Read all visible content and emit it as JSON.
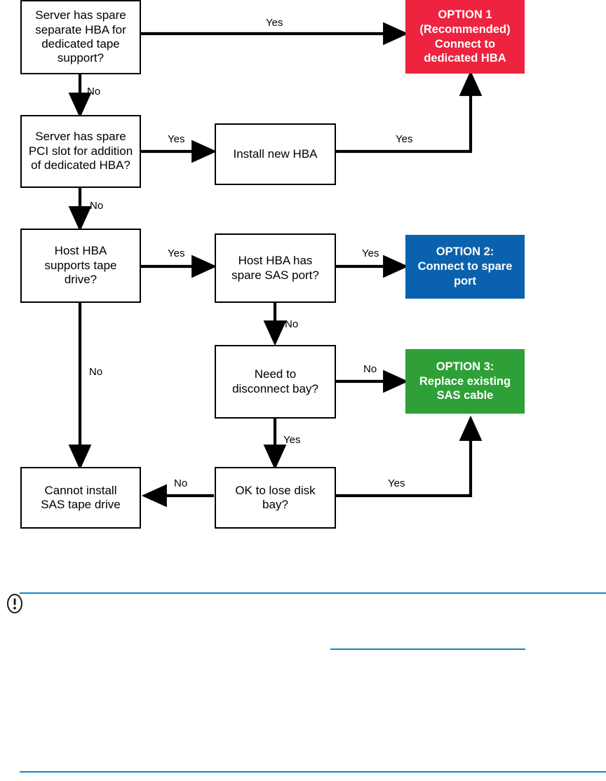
{
  "diagram": {
    "title": "SAS tape drive connection decision flowchart",
    "colors": {
      "option1_red": "#ED2340",
      "option2_blue": "#0A62AE",
      "option3_green": "#2FA037",
      "rule_blue": "#1384c8",
      "box_border": "#000000",
      "box_fill": "#FFFFFF",
      "text_dark": "#000000",
      "text_light": "#FFFFFF"
    },
    "nodes": [
      {
        "id": "spare-hba",
        "kind": "decision",
        "lines": [
          "Server has spare",
          "separate HBA for",
          "dedicated tape",
          "support?"
        ]
      },
      {
        "id": "option-1",
        "kind": "option",
        "lines": [
          "OPTION 1",
          "(Recommended)",
          "Connect to",
          "dedicated HBA"
        ]
      },
      {
        "id": "spare-pci",
        "kind": "decision",
        "lines": [
          "Server has spare",
          "PCI slot for addition",
          "of dedicated HBA?"
        ]
      },
      {
        "id": "install-hba",
        "kind": "process",
        "lines": [
          "Install new HBA"
        ]
      },
      {
        "id": "supports-tape",
        "kind": "decision",
        "lines": [
          "Host HBA",
          "supports tape",
          "drive?"
        ]
      },
      {
        "id": "spare-sas-port",
        "kind": "decision",
        "lines": [
          "Host HBA has",
          "spare SAS port?"
        ]
      },
      {
        "id": "option-2",
        "kind": "option",
        "lines": [
          "OPTION 2:",
          "Connect to spare",
          "port"
        ]
      },
      {
        "id": "disconnect-bay",
        "kind": "decision",
        "lines": [
          "Need to",
          "disconnect bay?"
        ]
      },
      {
        "id": "option-3",
        "kind": "option",
        "lines": [
          "OPTION 3:",
          "Replace existing",
          "SAS cable"
        ]
      },
      {
        "id": "ok-lose-bay",
        "kind": "decision",
        "lines": [
          "OK to lose disk",
          "bay?"
        ]
      },
      {
        "id": "cannot-install",
        "kind": "terminal",
        "lines": [
          "Cannot install",
          "SAS tape drive"
        ]
      }
    ],
    "edge_labels": [
      {
        "id": "e1",
        "text": "Yes",
        "from": "spare-hba",
        "to": "option-1"
      },
      {
        "id": "e2",
        "text": "No",
        "from": "spare-hba",
        "to": "spare-pci"
      },
      {
        "id": "e3",
        "text": "Yes",
        "from": "spare-pci",
        "to": "install-hba"
      },
      {
        "id": "e4",
        "text": "Yes",
        "from": "install-hba",
        "to": "option-1"
      },
      {
        "id": "e5",
        "text": "No",
        "from": "spare-pci",
        "to": "supports-tape"
      },
      {
        "id": "e6",
        "text": "Yes",
        "from": "supports-tape",
        "to": "spare-sas-port"
      },
      {
        "id": "e7",
        "text": "No",
        "from": "supports-tape",
        "to": "cannot-install"
      },
      {
        "id": "e8",
        "text": "Yes",
        "from": "spare-sas-port",
        "to": "option-2"
      },
      {
        "id": "e9",
        "text": "No",
        "from": "spare-sas-port",
        "to": "disconnect-bay"
      },
      {
        "id": "e10",
        "text": "No",
        "from": "disconnect-bay",
        "to": "option-3"
      },
      {
        "id": "e11",
        "text": "Yes",
        "from": "disconnect-bay",
        "to": "ok-lose-bay"
      },
      {
        "id": "e12",
        "text": "No",
        "from": "ok-lose-bay",
        "to": "cannot-install"
      },
      {
        "id": "e13",
        "text": "Yes",
        "from": "ok-lose-bay",
        "to": "option-3"
      }
    ]
  },
  "note": {
    "icon": "important-notice-icon",
    "body": ""
  }
}
